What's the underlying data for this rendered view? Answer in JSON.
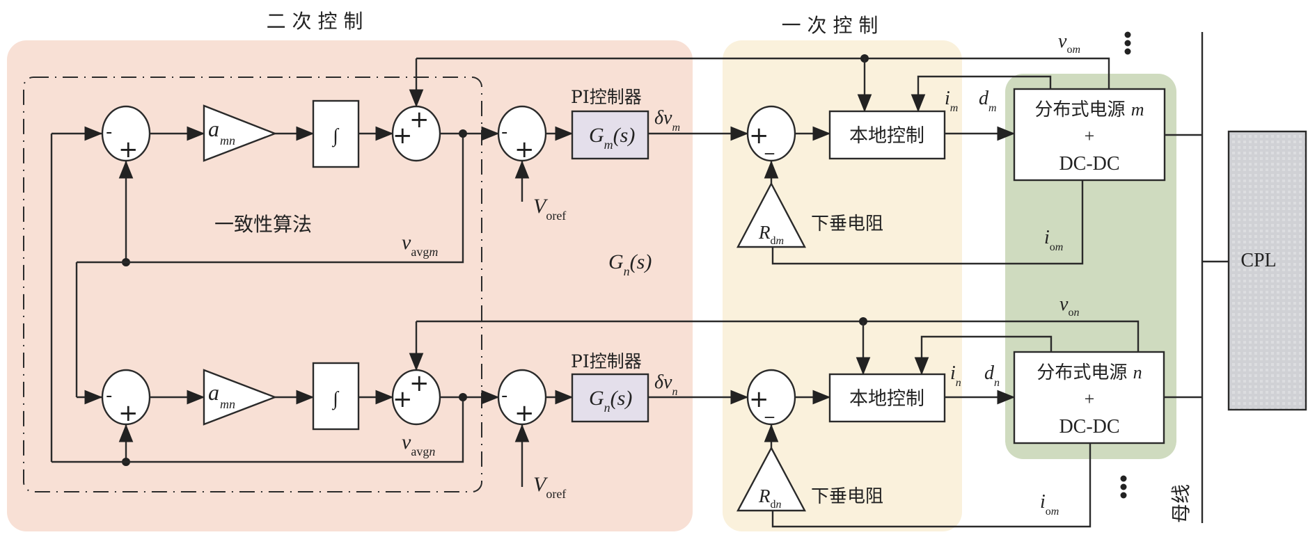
{
  "colors": {
    "secondary_region": "#f8e0d5",
    "primary_region": "#faf1dc",
    "source_region": "#cfdbbf",
    "pi_block": "#e4dfeb",
    "cpl_block": "#d3d4d8",
    "line": "#2a2a2a"
  },
  "regions": {
    "secondary_title": "二 次 控 制",
    "primary_title": "一 次 控 制",
    "consensus_label": "一致性算法",
    "bus_label": "母线"
  },
  "rows": [
    {
      "id": "m",
      "gain": {
        "main": "a",
        "sub": "mn"
      },
      "integrator": "∫",
      "vavg": {
        "main": "v",
        "sub": "avg",
        "sub_it": "m"
      },
      "vref": {
        "main": "V",
        "sub": "oref"
      },
      "pi_title": "PI控制器",
      "pi_tf": {
        "main": "G",
        "sub": "m",
        "tail": "(s)"
      },
      "dv": {
        "main": "δv",
        "sub": "m"
      },
      "local_ctrl": "本地控制",
      "droop": {
        "main": "R",
        "sub": "d",
        "sub_it": "m"
      },
      "droop_label": "下垂电阻",
      "i": {
        "main": "i",
        "sub": "m"
      },
      "d": {
        "main": "d",
        "sub": "m"
      },
      "source_line1": "分布式电源",
      "source_idx": "m",
      "source_line2": "+",
      "source_line3": "DC-DC",
      "vo": {
        "main": "v",
        "sub": "o",
        "sub_it": "m"
      },
      "io": {
        "main": "i",
        "sub": "o",
        "sub_it": "m"
      }
    },
    {
      "id": "n",
      "gain": {
        "main": "a",
        "sub": "mn"
      },
      "integrator": "∫",
      "vavg": {
        "main": "v",
        "sub": "avg",
        "sub_it": "n"
      },
      "vref": {
        "main": "V",
        "sub": "oref"
      },
      "pi_title": "PI控制器",
      "pi_tf": {
        "main": "G",
        "sub": "n",
        "tail": "(s)"
      },
      "dv": {
        "main": "δv",
        "sub": "n"
      },
      "local_ctrl": "本地控制",
      "droop": {
        "main": "R",
        "sub": "d",
        "sub_it": "n"
      },
      "droop_label": "下垂电阻",
      "i": {
        "main": "i",
        "sub": "n"
      },
      "d": {
        "main": "d",
        "sub": "n"
      },
      "source_line1": "分布式电源",
      "source_idx": "n",
      "source_line2": "+",
      "source_line3": "DC-DC",
      "vo": {
        "main": "v",
        "sub": "o",
        "sub_it": "n"
      },
      "io": {
        "main": "i",
        "sub": "o",
        "sub_it": "m"
      }
    }
  ],
  "floating_tf": {
    "main": "G",
    "sub": "n",
    "tail": "(s)"
  },
  "signs": {
    "minus": "-",
    "plus": "+",
    "minus_under": "_"
  },
  "ellipsis": "⋮",
  "load": "CPL"
}
